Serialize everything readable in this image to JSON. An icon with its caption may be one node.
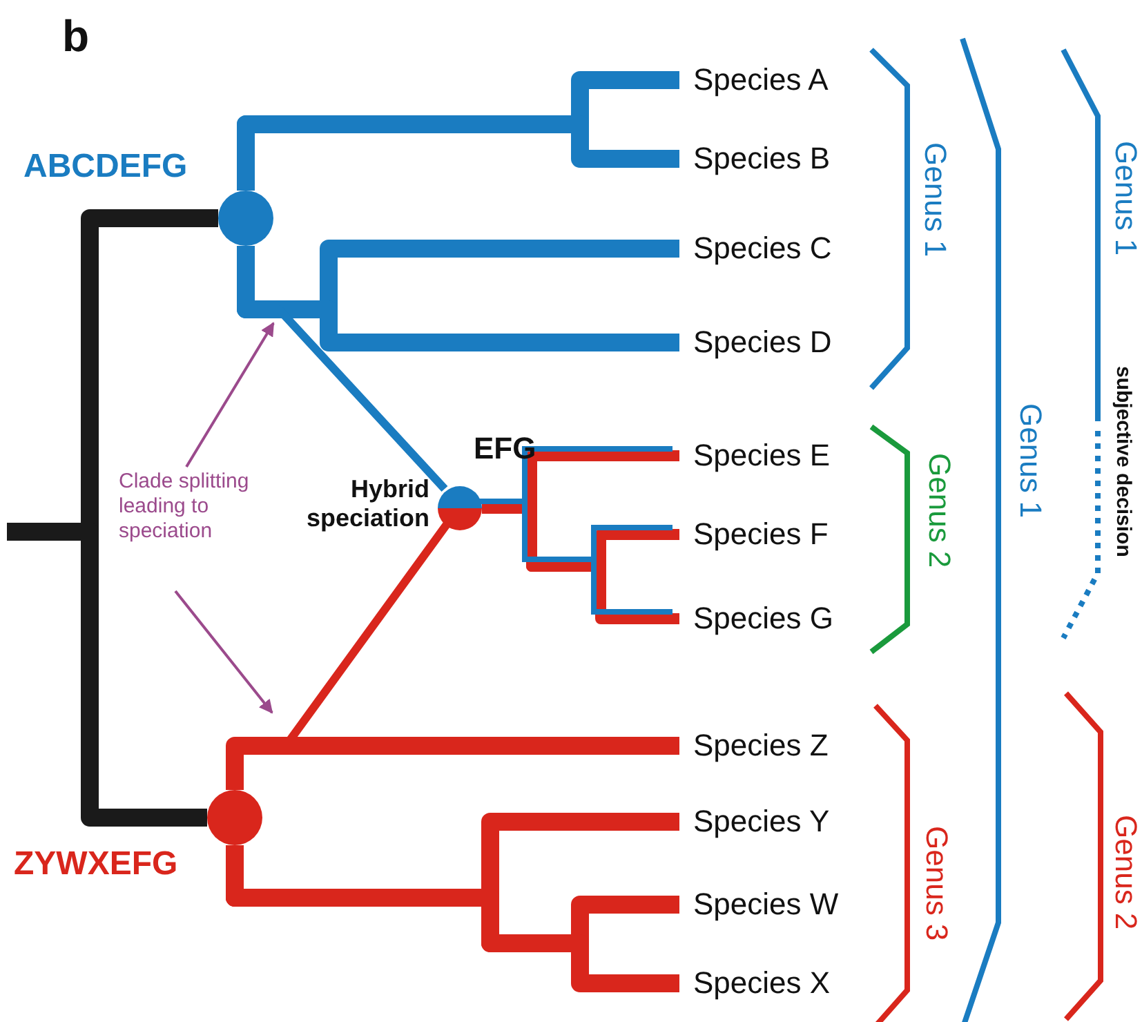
{
  "diagram": {
    "nodes": [
      {
        "text": [
          "ABCDEFG"
        ]
      },
      {
        "text": [
          "Species A"
        ]
      },
      {
        "text": [
          "Species B"
        ]
      },
      {
        "text": [
          "Species C"
        ]
      },
      {
        "text": [
          "Species D"
        ]
      },
      {
        "text": [
          "Hybrid speciation"
        ],
        "beside": [
          "EFG"
        ]
      },
      {
        "text": [
          "Species E"
        ]
      },
      {
        "text": [
          "Species F"
        ]
      },
      {
        "text": [
          "Species G"
        ]
      },
      {
        "text": [
          "Clade splitting leading to speciation"
        ]
      },
      {
        "text": [
          "ZYWXEFG"
        ]
      },
      {
        "text": [
          "Species Z"
        ]
      },
      {
        "text": [
          "Species Y"
        ]
      },
      {
        "text": [
          "Species W"
        ]
      },
      {
        "text": [
          "Species X"
        ]
      }
    ],
    "edges": [
      {
        "from": null,
        "to": 0,
        "arrow": "none",
        "color": "#1a1a1a"
      },
      {
        "from": null,
        "to": 10,
        "arrow": "none",
        "color": "#1a1a1a"
      },
      {
        "from": 0,
        "to": 1,
        "arrow": "none",
        "color": "#1a7cc1"
      },
      {
        "from": 0,
        "to": 2,
        "arrow": "none",
        "color": "#1a7cc1"
      },
      {
        "from": 0,
        "to": 3,
        "arrow": "none",
        "color": "#1a7cc1"
      },
      {
        "from": 0,
        "to": 4,
        "arrow": "none",
        "color": "#1a7cc1"
      },
      {
        "from": 0,
        "to": 5,
        "arrow": "none",
        "color": "#1a7cc1"
      },
      {
        "from": 10,
        "to": 5,
        "arrow": "none",
        "color": "#d9261c"
      },
      {
        "from": 5,
        "to": 6,
        "arrow": "none",
        "color": "#d9261c"
      },
      {
        "from": 5,
        "to": 7,
        "arrow": "none",
        "color": "#d9261c"
      },
      {
        "from": 5,
        "to": 8,
        "arrow": "none",
        "color": "#d9261c"
      },
      {
        "from": 10,
        "to": 11,
        "arrow": "none",
        "color": "#d9261c"
      },
      {
        "from": 10,
        "to": 12,
        "arrow": "none",
        "color": "#d9261c"
      },
      {
        "from": 10,
        "to": 13,
        "arrow": "none",
        "color": "#d9261c"
      },
      {
        "from": 10,
        "to": 14,
        "arrow": "none",
        "color": "#d9261c"
      },
      {
        "from": 9,
        "to": null,
        "arrow": "to",
        "color": "#9b4a8c"
      },
      {
        "from": 9,
        "to": null,
        "arrow": "to",
        "color": "#9b4a8c"
      }
    ],
    "labels": [
      "b",
      "Genus 1",
      "Genus 2",
      "Genus 3",
      "Genus 1",
      "Genus 1",
      "subjective decision",
      "Genus 2"
    ]
  }
}
